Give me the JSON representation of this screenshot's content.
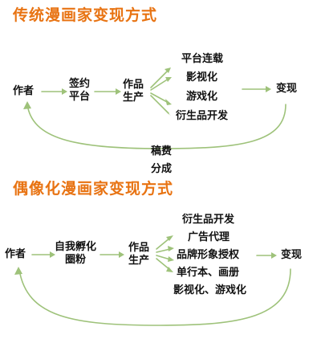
{
  "sections": [
    {
      "title": "传统漫画家变现方式",
      "author": "作者",
      "step1": [
        "签约",
        "平台"
      ],
      "production": [
        "作品",
        "生产"
      ],
      "channels": [
        "平台连载",
        "影视化",
        "游戏化",
        "衍生品开发"
      ],
      "monetize": "变现",
      "feedback": [
        "稿费",
        "分成"
      ]
    },
    {
      "title": "偶像化漫画家变现方式",
      "author": "作者",
      "step1": [
        "自我孵化",
        "圈粉"
      ],
      "production": [
        "作品",
        "生产"
      ],
      "channels": [
        "衍生品开发",
        "广告代理",
        "品牌形象授权",
        "单行本、画册",
        "影视化、游戏化"
      ],
      "monetize": "变现"
    }
  ],
  "colors": {
    "title": "#e87312",
    "arrow": "#9ec27a",
    "text": "#111111"
  }
}
